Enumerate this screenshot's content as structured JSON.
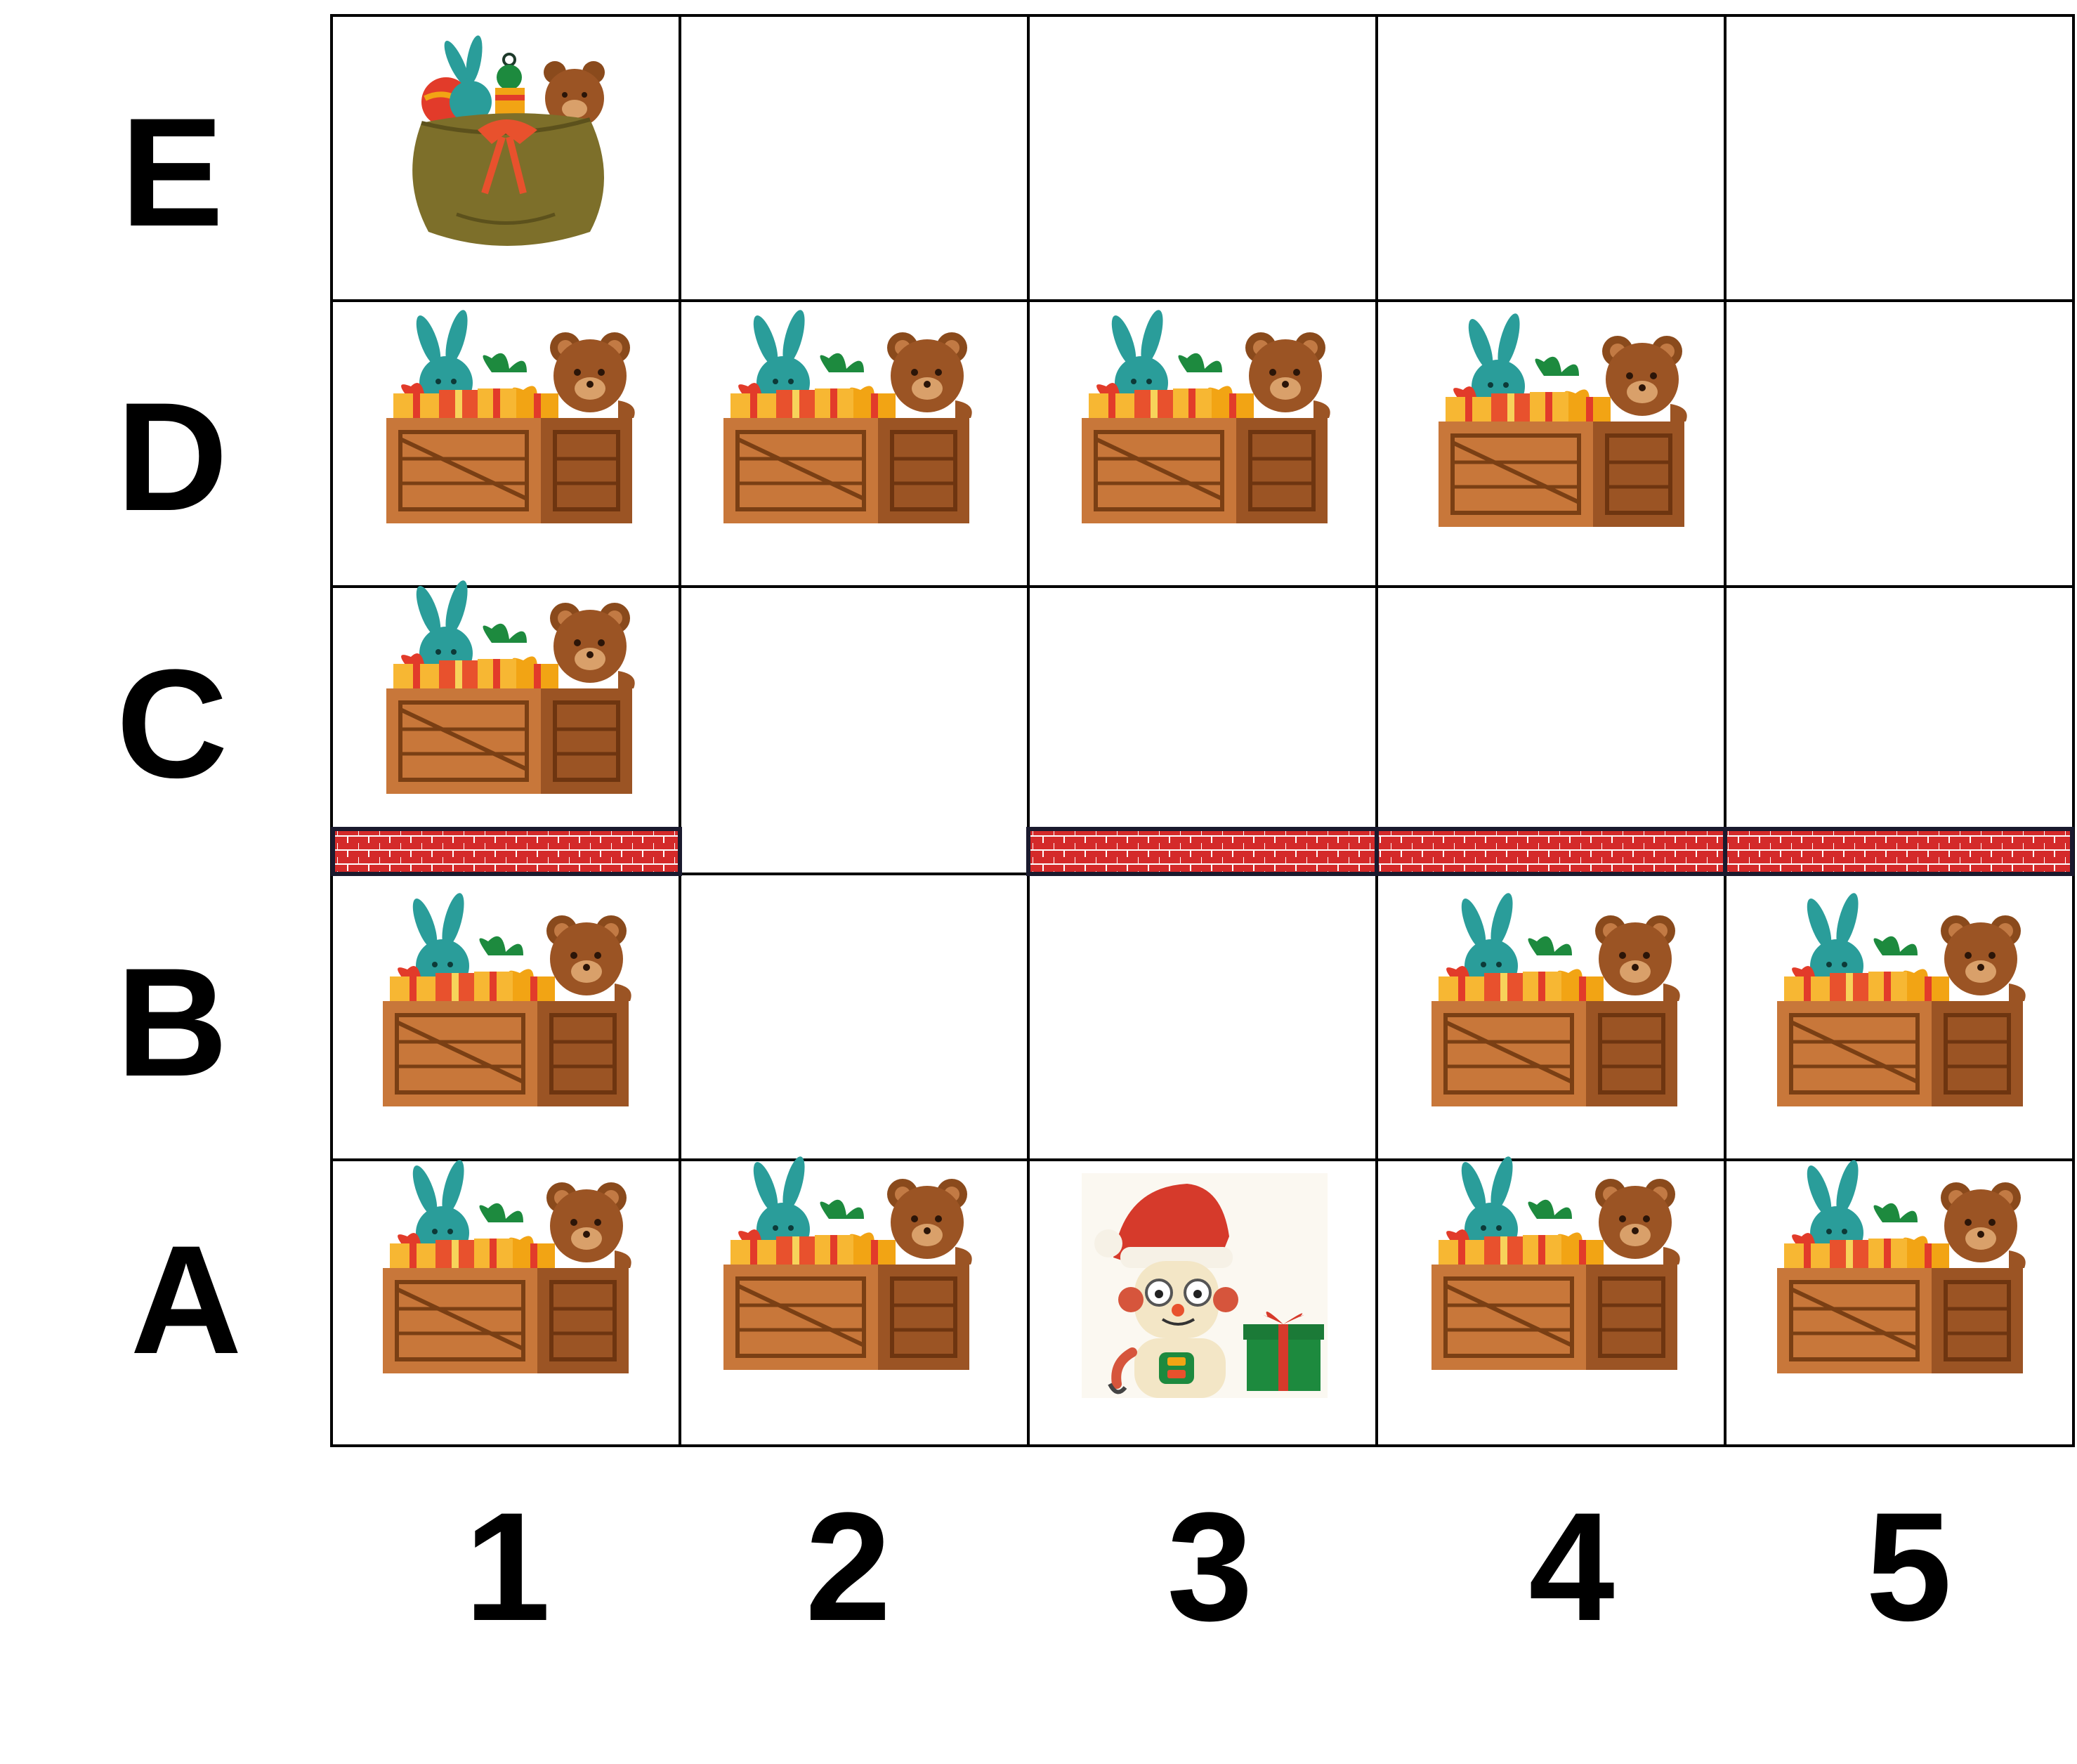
{
  "grid": {
    "rows": [
      "E",
      "D",
      "C",
      "B",
      "A"
    ],
    "columns": [
      "1",
      "2",
      "3",
      "4",
      "5"
    ]
  },
  "cells": [
    {
      "row": "E",
      "col": "1",
      "item": "toy-sack"
    },
    {
      "row": "D",
      "col": "1",
      "item": "toy-crate"
    },
    {
      "row": "D",
      "col": "2",
      "item": "toy-crate"
    },
    {
      "row": "D",
      "col": "3",
      "item": "toy-crate"
    },
    {
      "row": "D",
      "col": "4",
      "item": "toy-crate"
    },
    {
      "row": "C",
      "col": "1",
      "item": "toy-crate"
    },
    {
      "row": "B",
      "col": "1",
      "item": "toy-crate"
    },
    {
      "row": "B",
      "col": "4",
      "item": "toy-crate"
    },
    {
      "row": "B",
      "col": "5",
      "item": "toy-crate"
    },
    {
      "row": "A",
      "col": "1",
      "item": "toy-crate"
    },
    {
      "row": "A",
      "col": "2",
      "item": "toy-crate"
    },
    {
      "row": "A",
      "col": "3",
      "item": "santa-robot"
    },
    {
      "row": "A",
      "col": "4",
      "item": "toy-crate"
    },
    {
      "row": "A",
      "col": "5",
      "item": "toy-crate"
    }
  ],
  "walls": [
    {
      "between": [
        "C",
        "B"
      ],
      "col": "1"
    },
    {
      "between": [
        "C",
        "B"
      ],
      "col": "3"
    },
    {
      "between": [
        "C",
        "B"
      ],
      "col": "4"
    },
    {
      "between": [
        "C",
        "B"
      ],
      "col": "5"
    }
  ],
  "colors": {
    "wall_brick": "#d42a2a",
    "wall_mortar": "#ffffff",
    "grid_line": "#000000",
    "crate_light": "#c8773a",
    "crate_dark": "#9b5424",
    "sack": "#7d6f2a"
  }
}
